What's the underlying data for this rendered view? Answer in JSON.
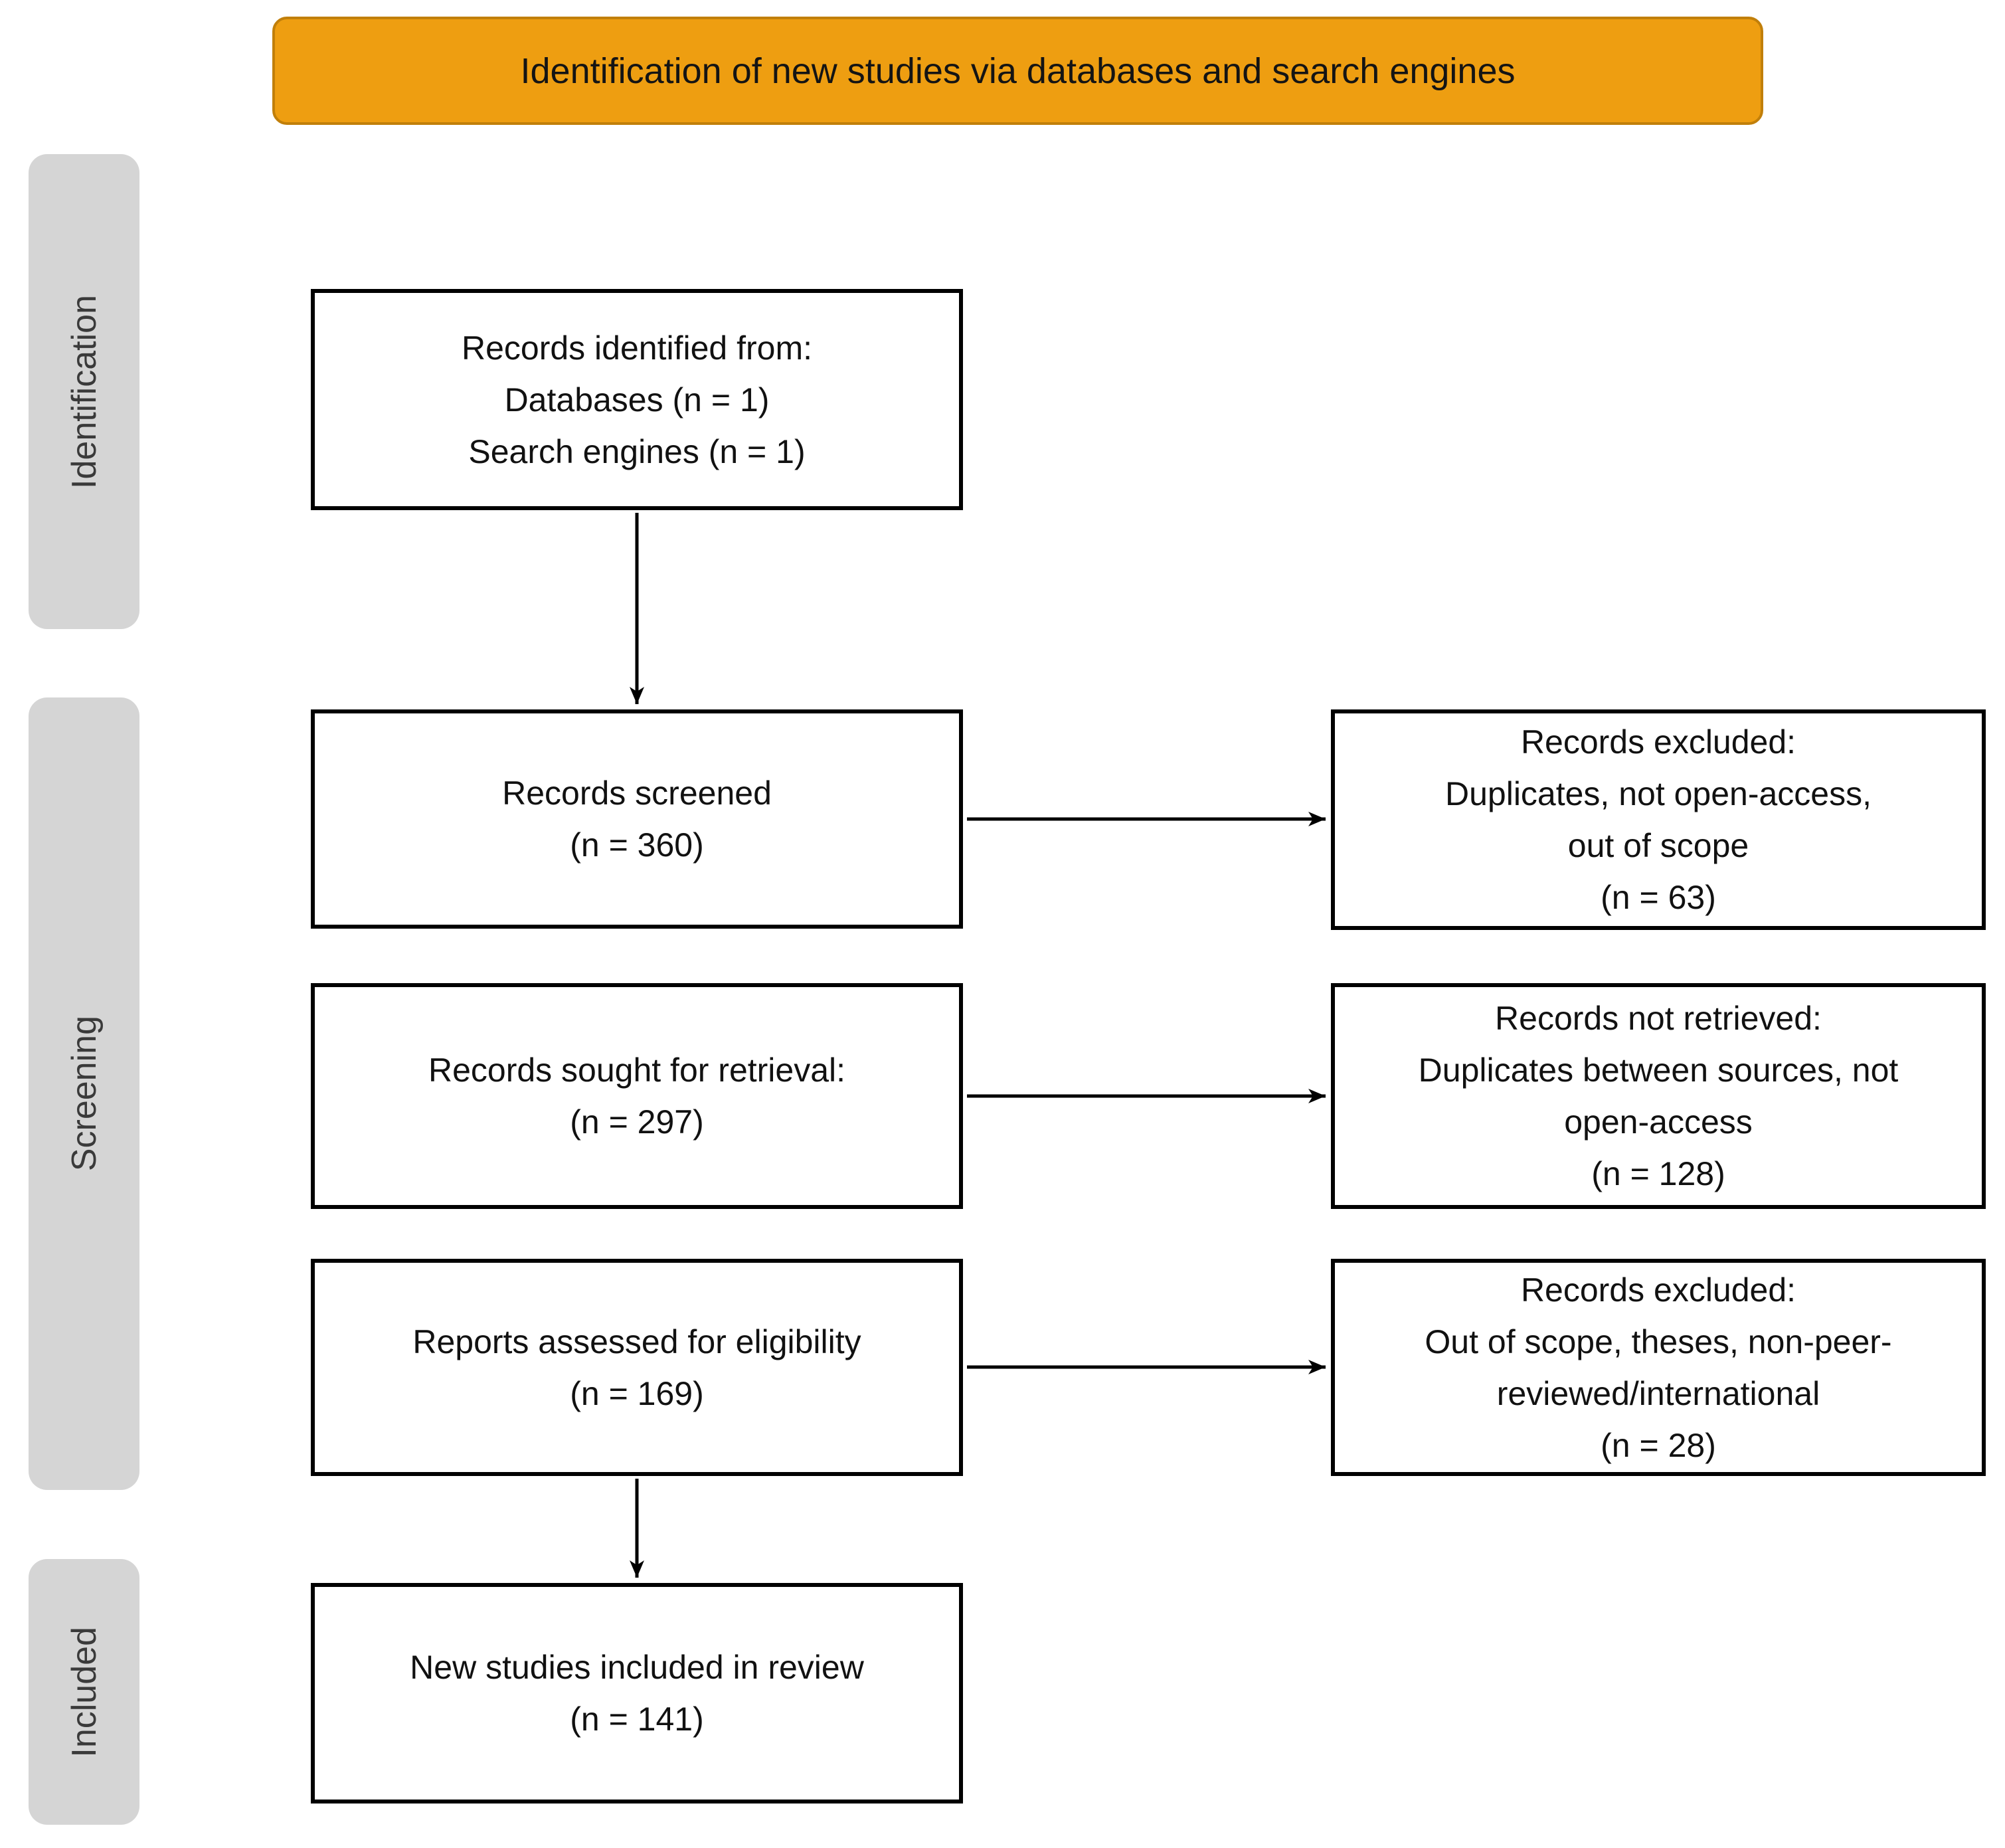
{
  "header": {
    "title": "Identification of new studies via databases and search engines"
  },
  "colors": {
    "banner_bg": "#ee9e11",
    "banner_border": "#c17f0a",
    "stage_bg": "#d5d5d5",
    "box_border": "#000000",
    "arrow": "#000000",
    "background": "#ffffff"
  },
  "sidebar": {
    "stages": [
      {
        "label": "Identification"
      },
      {
        "label": "Screening"
      },
      {
        "label": "Included"
      }
    ]
  },
  "flow": {
    "identified": {
      "lines": [
        "Records identified from:",
        "Databases (n = 1)",
        "Search engines (n = 1)"
      ],
      "n_databases": 1,
      "n_search_engines": 1
    },
    "screened": {
      "lines": [
        "Records screened",
        "(n = 360)"
      ],
      "n": 360
    },
    "sought": {
      "lines": [
        "Records sought for retrieval:",
        "(n = 297)"
      ],
      "n": 297
    },
    "assessed": {
      "lines": [
        "Reports assessed for eligibility",
        "(n = 169)"
      ],
      "n": 169
    },
    "included": {
      "lines": [
        "New studies included in review",
        "(n = 141)"
      ],
      "n": 141
    }
  },
  "exclusions": {
    "excluded_screening": {
      "lines": [
        "Records excluded:",
        "Duplicates, not open-access,",
        "out of scope",
        "(n = 63)"
      ],
      "n": 63
    },
    "not_retrieved": {
      "lines": [
        "Records not retrieved:",
        "Duplicates between sources, not",
        "open-access",
        "(n = 128)"
      ],
      "n": 128
    },
    "excluded_eligibility": {
      "lines": [
        "Records excluded:",
        "Out of scope, theses, non-peer-",
        "reviewed/international",
        "(n = 28)"
      ],
      "n": 28
    }
  }
}
